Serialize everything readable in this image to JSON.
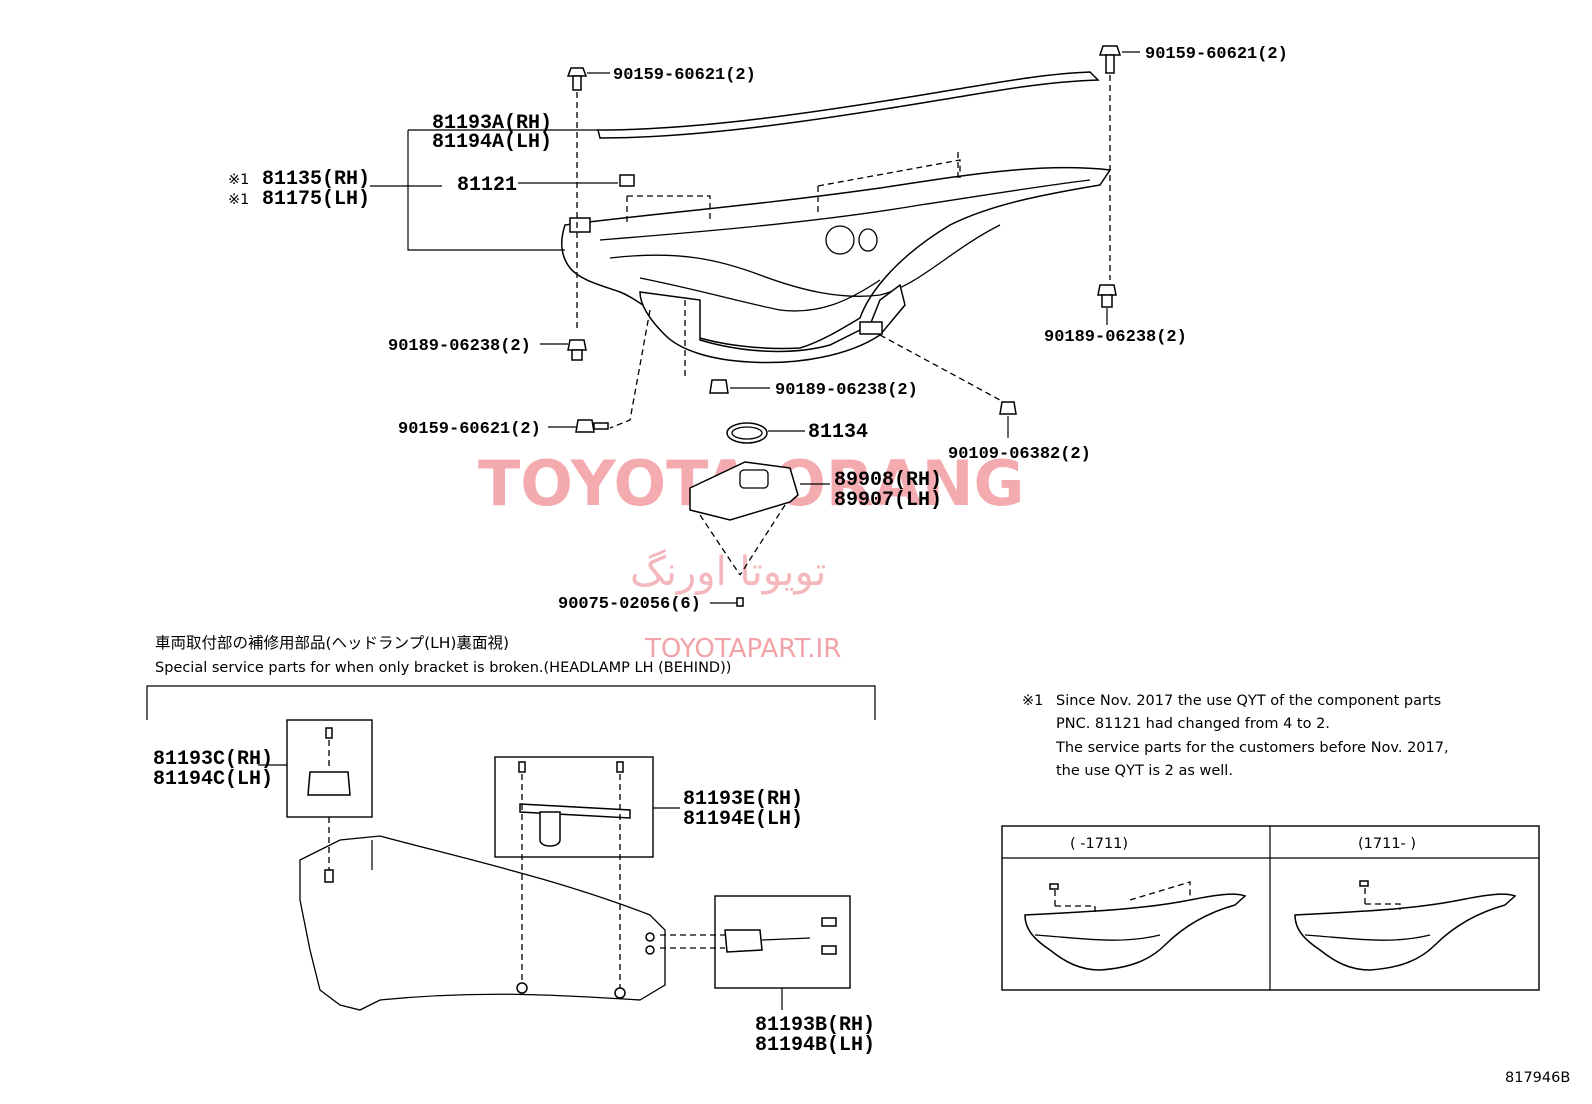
{
  "callouts": {
    "bolt_top_left": "90159-60621(2)",
    "bolt_top_right": "90159-60621(2)",
    "seal_rh": "81193A(RH)",
    "seal_lh": "81194A(LH)",
    "assy_rh_mark": "※1",
    "assy_rh": "81135(RH)",
    "assy_lh_mark": "※1",
    "assy_lh": "81175(LH)",
    "clip": "81121",
    "screw_left": "90189-06238(2)",
    "screw_right": "90189-06238(2)",
    "screw_center": "90189-06238(2)",
    "bolt_lower_left": "90159-60621(2)",
    "gasket": "81134",
    "bolt_lower_right": "90109-06382(2)",
    "computer_rh": "89908(RH)",
    "computer_lh": "89907(LH)",
    "screw_bottom": "90075-02056(6)"
  },
  "bracket_section": {
    "title_jp": "車両取付部の補修用部品(ヘッドランプ(LH)裏面視)",
    "title_en": "Special service parts for when only bracket is broken.(HEADLAMP LH (BEHIND))",
    "c_rh": "81193C(RH)",
    "c_lh": "81194C(LH)",
    "e_rh": "81193E(RH)",
    "e_lh": "81194E(LH)",
    "b_rh": "81193B(RH)",
    "b_lh": "81194B(LH)"
  },
  "note": {
    "mark": "※1",
    "line1": "Since Nov. 2017 the use QYT of the component parts",
    "line2": "PNC. 81121 had changed from 4 to 2.",
    "line3": "The service parts for the customers before Nov. 2017,",
    "line4": "the use QYT is 2 as well."
  },
  "comparison": {
    "left_header": "(      -1711)",
    "right_header": "(1711-      )"
  },
  "watermark": {
    "main": "TOYOTA ORANG",
    "persian": "تویوتا اورنگ",
    "url": "TOYOTAPART.IR"
  },
  "figure_id": "817946B"
}
